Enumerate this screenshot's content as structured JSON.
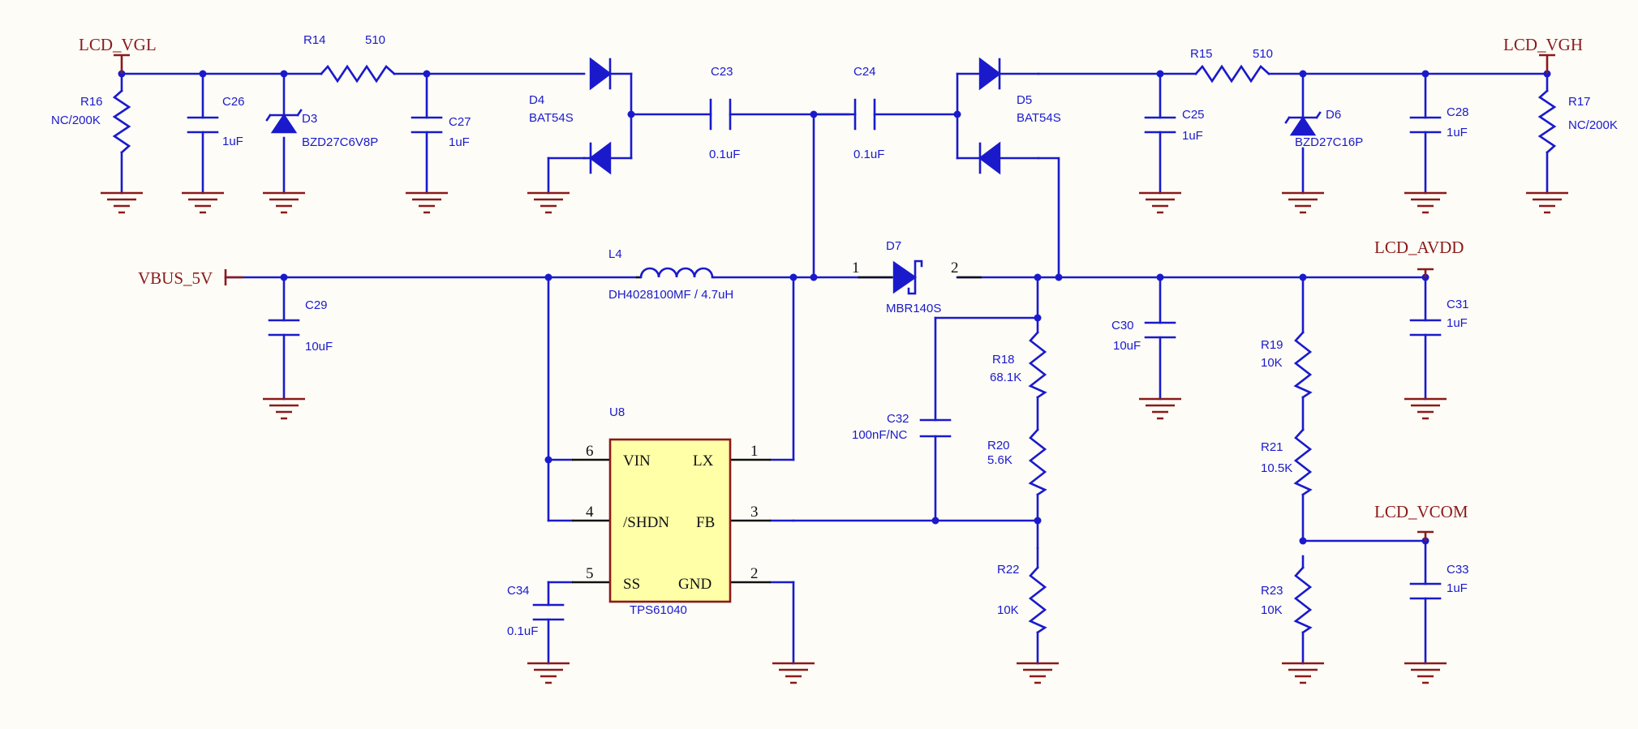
{
  "nets": {
    "lcd_vgl": "LCD_VGL",
    "lcd_vgh": "LCD_VGH",
    "vbus": "VBUS_5V",
    "lcd_avdd": "LCD_AVDD",
    "lcd_vcom": "LCD_VCOM"
  },
  "components": {
    "R14": {
      "ref": "R14",
      "value": "510"
    },
    "R15": {
      "ref": "R15",
      "value": "510"
    },
    "R16": {
      "ref": "R16",
      "value": "NC/200K"
    },
    "R17": {
      "ref": "R17",
      "value": "NC/200K"
    },
    "R18": {
      "ref": "R18",
      "value": "68.1K"
    },
    "R19": {
      "ref": "R19",
      "value": "10K"
    },
    "R20": {
      "ref": "R20",
      "value": "5.6K"
    },
    "R21": {
      "ref": "R21",
      "value": "10.5K"
    },
    "R22": {
      "ref": "R22",
      "value": "10K"
    },
    "R23": {
      "ref": "R23",
      "value": "10K"
    },
    "C23": {
      "ref": "C23",
      "value": "0.1uF"
    },
    "C24": {
      "ref": "C24",
      "value": "0.1uF"
    },
    "C25": {
      "ref": "C25",
      "value": "1uF"
    },
    "C26": {
      "ref": "C26",
      "value": "1uF"
    },
    "C27": {
      "ref": "C27",
      "value": "1uF"
    },
    "C28": {
      "ref": "C28",
      "value": "1uF"
    },
    "C29": {
      "ref": "C29",
      "value": "10uF"
    },
    "C30": {
      "ref": "C30",
      "value": "10uF"
    },
    "C31": {
      "ref": "C31",
      "value": "1uF"
    },
    "C32": {
      "ref": "C32",
      "value": "100nF/NC"
    },
    "C33": {
      "ref": "C33",
      "value": "1uF"
    },
    "C34": {
      "ref": "C34",
      "value": "0.1uF"
    },
    "D3": {
      "ref": "D3",
      "value": "BZD27C6V8P"
    },
    "D4": {
      "ref": "D4",
      "value": "BAT54S"
    },
    "D5": {
      "ref": "D5",
      "value": "BAT54S"
    },
    "D6": {
      "ref": "D6",
      "value": "BZD27C16P"
    },
    "D7": {
      "ref": "D7",
      "value": "MBR140S",
      "pin1": "1",
      "pin2": "2"
    },
    "L4": {
      "ref": "L4",
      "value": "DH4028100MF / 4.7uH"
    },
    "U8": {
      "ref": "U8",
      "value": "TPS61040",
      "pins": {
        "vin": {
          "name": "VIN",
          "num": "6"
        },
        "shdn": {
          "name": "/SHDN",
          "num": "4"
        },
        "ss": {
          "name": "SS",
          "num": "5"
        },
        "lx": {
          "name": "LX",
          "num": "1"
        },
        "fb": {
          "name": "FB",
          "num": "3"
        },
        "gnd": {
          "name": "GND",
          "num": "2"
        }
      }
    }
  },
  "colors": {
    "wire": "#1a1acc",
    "power_port": "#8b1a1a",
    "ic_fill": "#ffffa8",
    "background": "#fdfcf7"
  }
}
